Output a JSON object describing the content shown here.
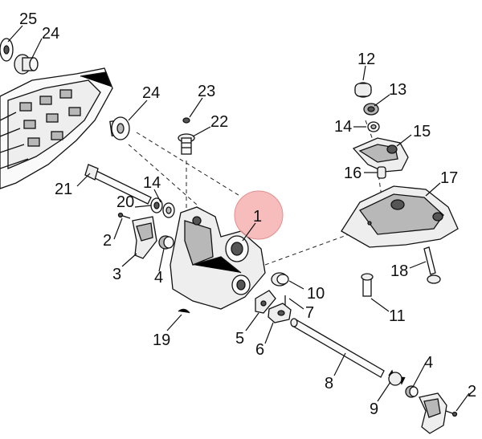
{
  "callouts": [
    {
      "id": "c25a",
      "label": "25"
    },
    {
      "id": "c24a",
      "label": "24"
    },
    {
      "id": "c24b",
      "label": "24"
    },
    {
      "id": "c23",
      "label": "23"
    },
    {
      "id": "c22",
      "label": "22"
    },
    {
      "id": "c21",
      "label": "21"
    },
    {
      "id": "c14a",
      "label": "14"
    },
    {
      "id": "c20",
      "label": "20"
    },
    {
      "id": "c2a",
      "label": "2"
    },
    {
      "id": "c3",
      "label": "3"
    },
    {
      "id": "c4a",
      "label": "4"
    },
    {
      "id": "c1",
      "label": "1"
    },
    {
      "id": "c12",
      "label": "12"
    },
    {
      "id": "c13",
      "label": "13"
    },
    {
      "id": "c14b",
      "label": "14"
    },
    {
      "id": "c15",
      "label": "15"
    },
    {
      "id": "c16",
      "label": "16"
    },
    {
      "id": "c17",
      "label": "17"
    },
    {
      "id": "c18",
      "label": "18"
    },
    {
      "id": "c11",
      "label": "11"
    },
    {
      "id": "c10",
      "label": "10"
    },
    {
      "id": "c7",
      "label": "7"
    },
    {
      "id": "c5",
      "label": "5"
    },
    {
      "id": "c6",
      "label": "6"
    },
    {
      "id": "c19",
      "label": "19"
    },
    {
      "id": "c8",
      "label": "8"
    },
    {
      "id": "c4b",
      "label": "4"
    },
    {
      "id": "c9",
      "label": "9"
    },
    {
      "id": "c2b",
      "label": "2"
    }
  ],
  "highlight": {
    "callout": "1",
    "color": "#f4a6a6"
  }
}
